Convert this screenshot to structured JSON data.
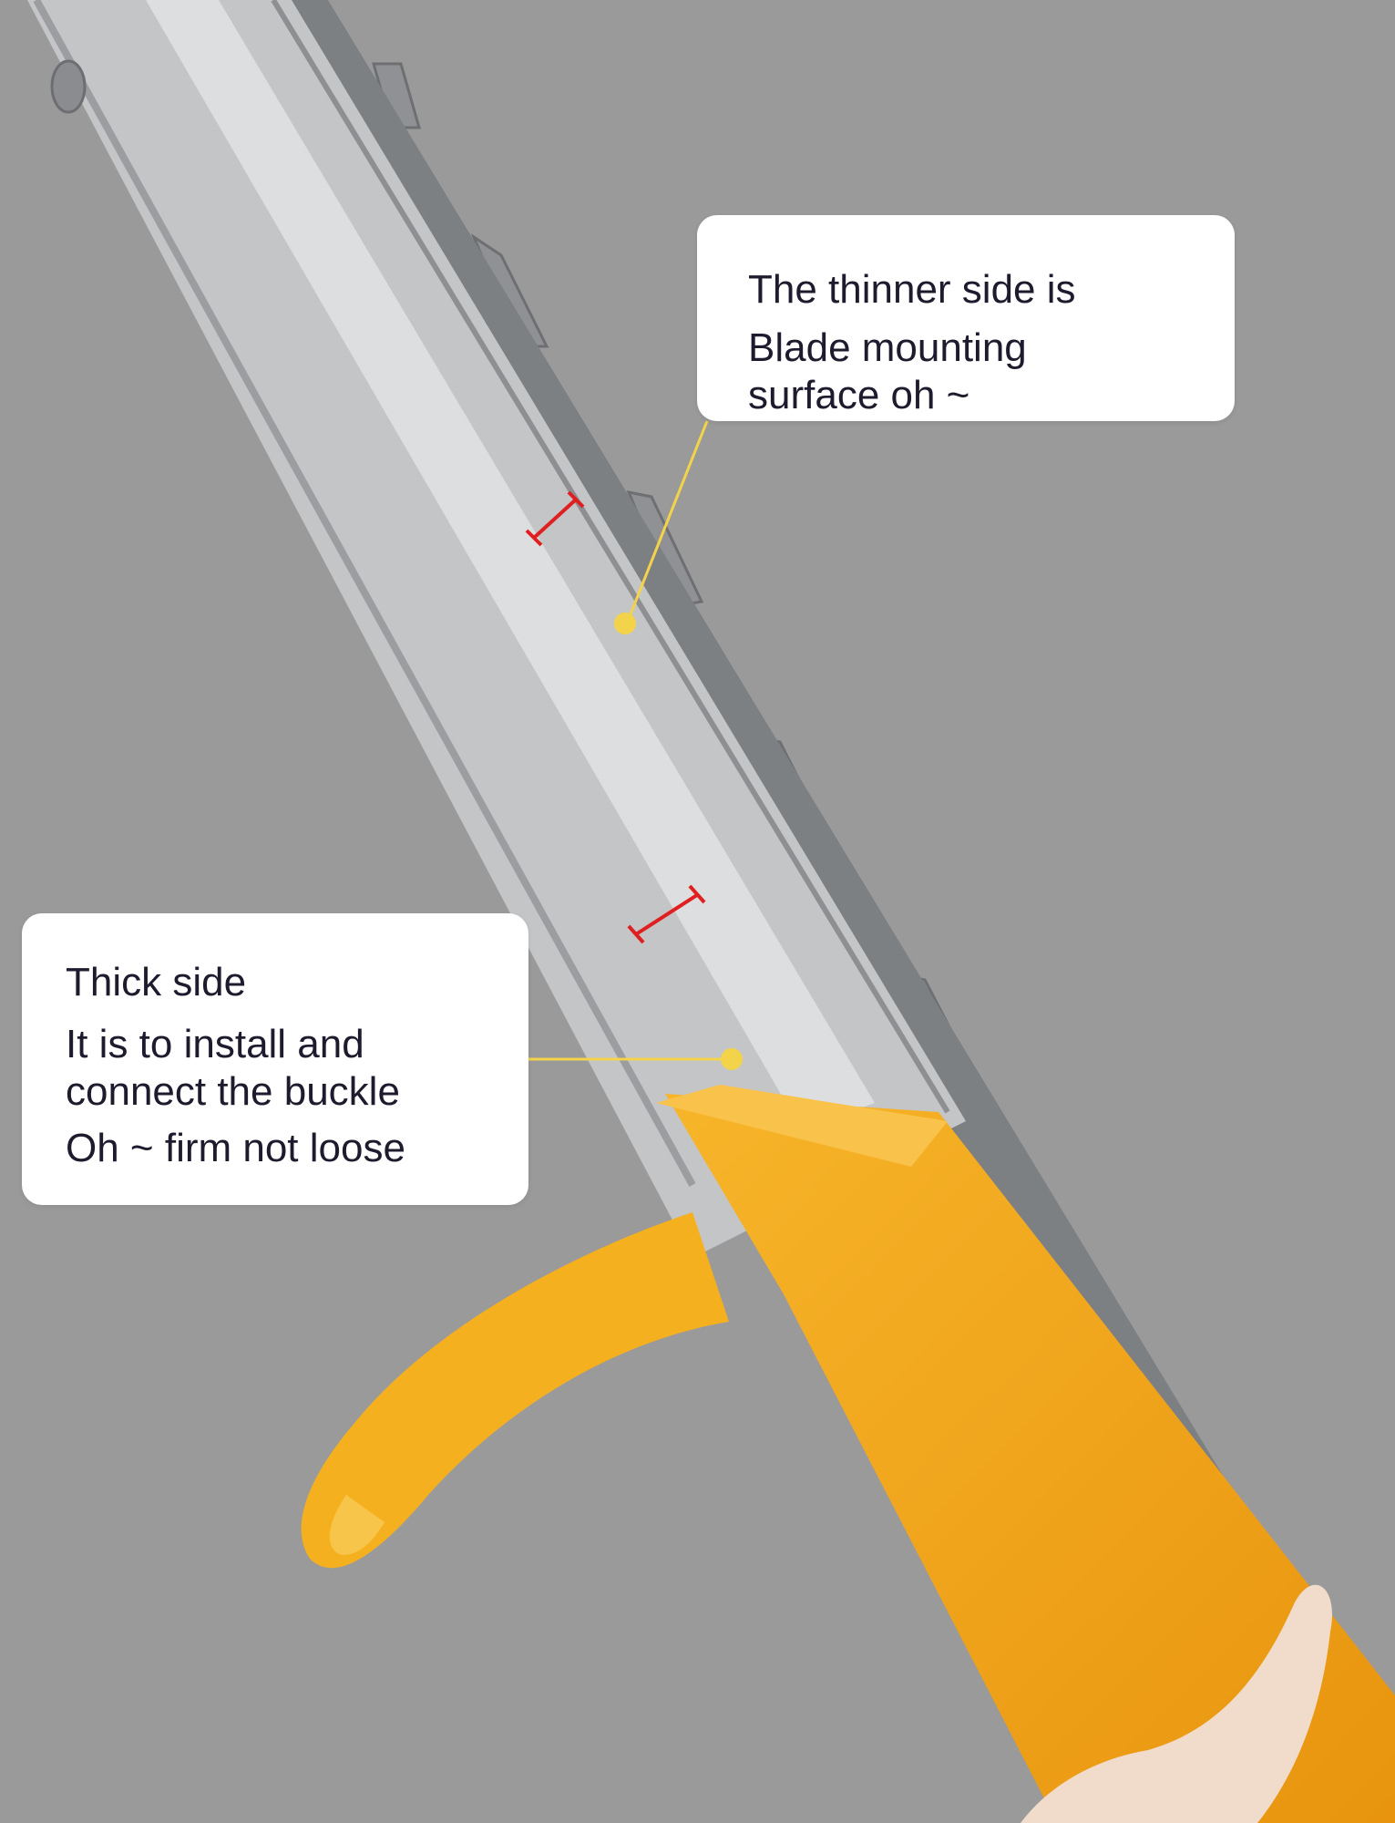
{
  "colors": {
    "background": "#9a9a9a",
    "handle": "#f4a81d",
    "rail": "#c9cacb",
    "callout_bg": "#ffffff",
    "callout_text": "#1f1b2e",
    "leader": "#f3d34a",
    "dimension_marker": "#e02020"
  },
  "callouts": {
    "top": {
      "lines": [
        "The thinner side is",
        "Blade mounting",
        "surface oh ~"
      ]
    },
    "bottom": {
      "lines": [
        "Thick side",
        "It is to install and",
        "connect the buckle",
        "Oh ~ firm not loose"
      ]
    }
  }
}
